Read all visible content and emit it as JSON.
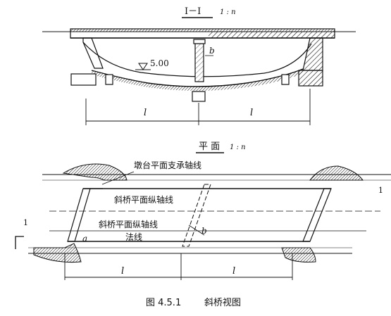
{
  "section": {
    "title": "I－I",
    "scale": "1 : n",
    "water_level": "5.00",
    "pier_width": "b",
    "span_left": "l",
    "span_right": "l"
  },
  "plan": {
    "title": "平 面",
    "scale": "1 : n",
    "label_bearing_axis": "墩台平面支承轴线",
    "label_longitudinal_axis_upper": "斜桥平面纵轴线",
    "label_longitudinal_axis_lower": "斜桥平面纵轴线",
    "label_normal": "法线",
    "label_angle": "a",
    "label_pier_width": "b",
    "section_mark_left": "1",
    "section_mark_right": "1",
    "span_left": "l",
    "span_right": "l"
  },
  "caption": {
    "figure_no": "图 4.5.1",
    "title": "斜桥视图"
  }
}
